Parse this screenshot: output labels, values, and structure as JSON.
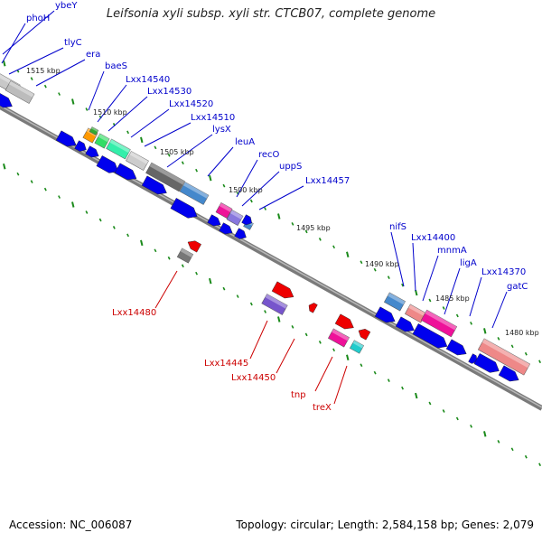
{
  "title": "Leifsonia xyli subsp. xyli str. CTCB07, complete genome",
  "footer": {
    "accession": "Accession: NC_006087",
    "summary": "Topology: circular; Length: 2,584,158 bp; Genes: 2,079"
  },
  "colors": {
    "axis": "#808080",
    "forward_label": "#0000cc",
    "reverse_label": "#cc0000",
    "forward_arrow": "#0000ee",
    "reverse_arrow": "#ee0000",
    "tick": "#1a8a1a"
  },
  "bp_markers": [
    "1515 kbp",
    "1510 kbp",
    "1505 kbp",
    "1500 kbp",
    "1495 kbp",
    "1490 kbp",
    "1485 kbp",
    "1480 kbp"
  ],
  "forward_genes": [
    "ybeY",
    "phoH",
    "tlyC",
    "era",
    "baeS",
    "Lxx14540",
    "Lxx14530",
    "Lxx14520",
    "Lxx14510",
    "lysX",
    "leuA",
    "recO",
    "uppS",
    "Lxx14457",
    "nifS",
    "Lxx14400",
    "mnmA",
    "ligA",
    "Lxx14370",
    "gatC"
  ],
  "reverse_genes": [
    "Lxx14480",
    "Lxx14445",
    "Lxx14450",
    "tnp",
    "treX"
  ]
}
